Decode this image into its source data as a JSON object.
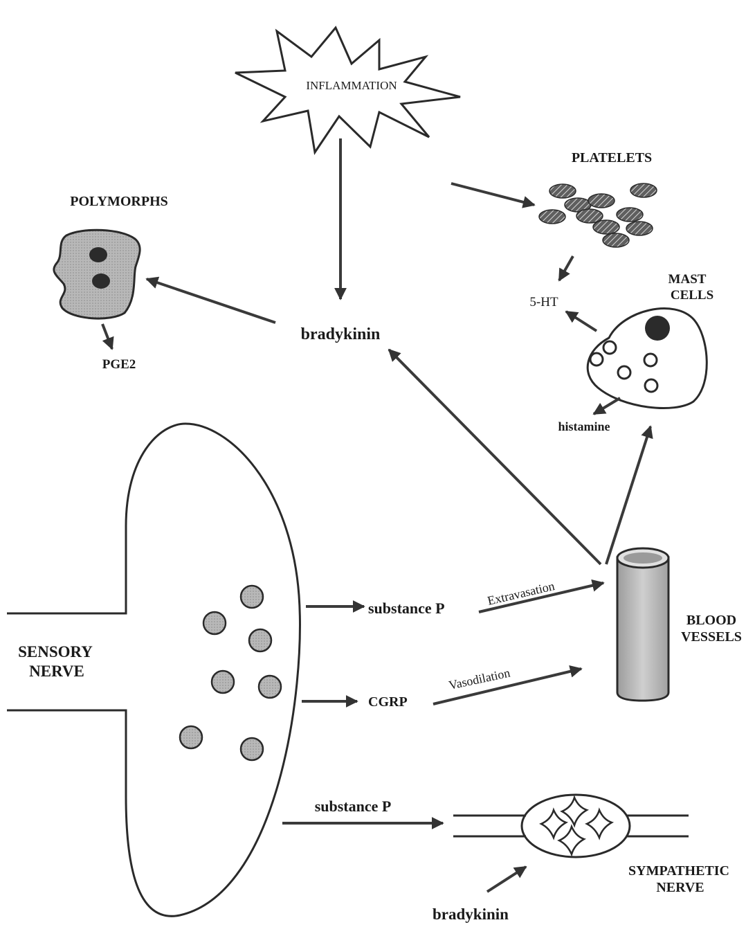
{
  "labels": {
    "inflammation": "INFLAMMATION",
    "platelets": "PLATELETS",
    "polymorphs": "POLYMORPHS",
    "bradykinin_center": "bradykinin",
    "pge2": "PGE2",
    "five_ht": "5-HT",
    "mast_line1": "MAST",
    "mast_line2": "CELLS",
    "histamine": "histamine",
    "substance_p_top": "substance P",
    "extravasation": "Extravasation",
    "blood_line1": "BLOOD",
    "blood_line2": "VESSELS",
    "sensory_line1": "SENSORY",
    "sensory_line2": "NERVE",
    "cgrp": "CGRP",
    "vasodilation": "Vasodilation",
    "substance_p_bottom": "substance P",
    "sympathetic_line1": "SYMPATHETIC",
    "sympathetic_line2": "NERVE",
    "bradykinin_bottom": "bradykinin"
  },
  "colors": {
    "ink": "#2a2a2a",
    "cell_fill": "#cfcfcf",
    "vesicle_fill": "#c4c4c4",
    "platelet_fill": "#6a6a6a",
    "nucleus_fill": "#2b2b2b",
    "vessel_fill": "#bdbdbd"
  }
}
